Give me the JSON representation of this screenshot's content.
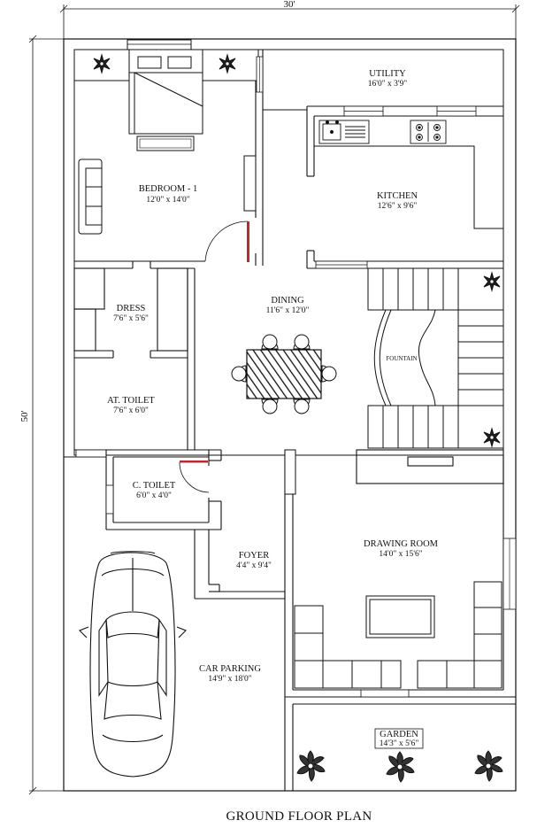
{
  "plan": {
    "title": "GROUND FLOOR PLAN",
    "width_label": "30'",
    "depth_label": "50'",
    "fountain_label": "FOUNTAIN"
  },
  "rooms": {
    "bedroom": {
      "name": "BEDROOM - 1",
      "size": "12'0\" x 14'0\""
    },
    "utility": {
      "name": "UTILITY",
      "size": "16'0\" x 3'9\""
    },
    "kitchen": {
      "name": "KITCHEN",
      "size": "12'6\" x 9'6\""
    },
    "dress": {
      "name": "DRESS",
      "size": "7'6\" x 5'6\""
    },
    "dining": {
      "name": "DINING",
      "size": "11'6\" x 12'0\""
    },
    "at_toilet": {
      "name": "AT. TOILET",
      "size": "7'6\" x 6'0\""
    },
    "c_toilet": {
      "name": "C. TOILET",
      "size": "6'0\" x 4'0\""
    },
    "foyer": {
      "name": "FOYER",
      "size": "4'4\" x 9'4\""
    },
    "drawing": {
      "name": "DRAWING ROOM",
      "size": "14'0\" x 15'6\""
    },
    "car_parking": {
      "name": "CAR PARKING",
      "size": "14'9\" x 18'0\""
    },
    "garden": {
      "name": "GARDEN",
      "size": "14'3\" x 5'6\""
    }
  }
}
